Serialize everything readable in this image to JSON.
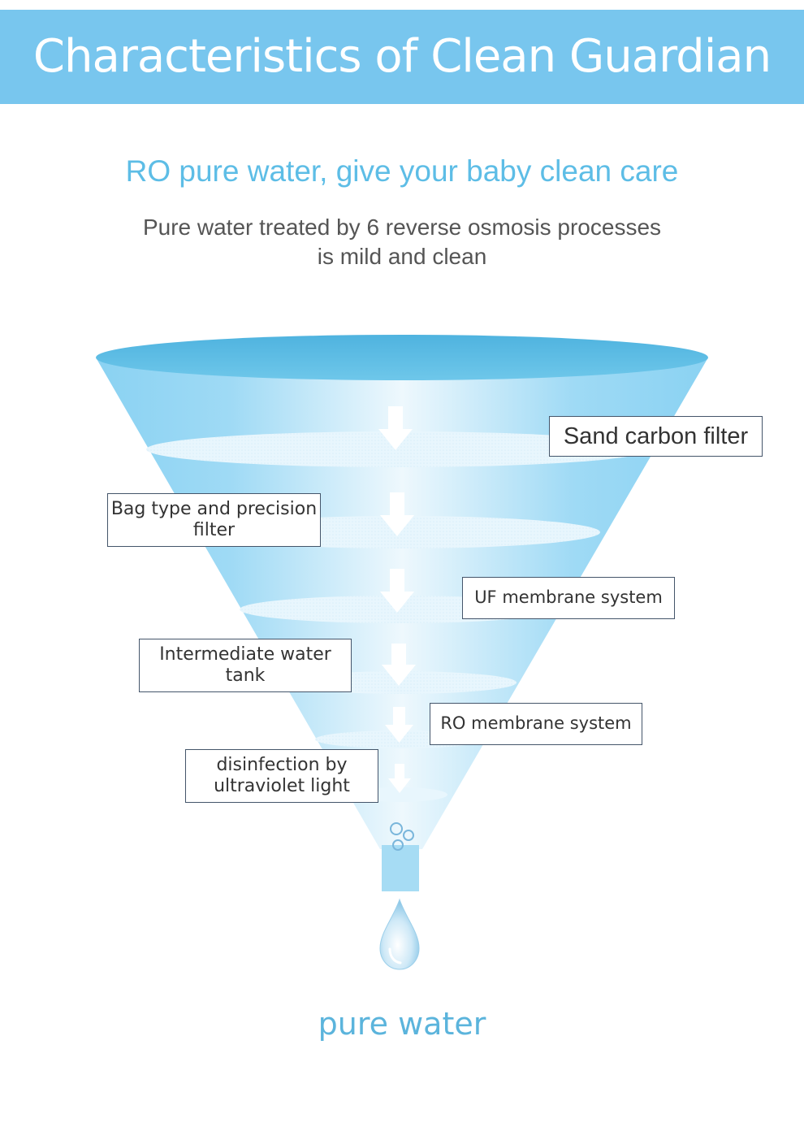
{
  "header": {
    "title": "Characteristics of Clean Guardian"
  },
  "intro": {
    "subtitle": "RO pure water, give your baby clean care",
    "description_line1": "Pure water treated by 6 reverse osmosis processes",
    "description_line2": "is mild and clean"
  },
  "stages": [
    {
      "label": "Sand carbon filter"
    },
    {
      "label": "Bag type and precision filter"
    },
    {
      "label": "UF membrane system"
    },
    {
      "label": "Intermediate water tank"
    },
    {
      "label": "RO membrane system"
    },
    {
      "label": "disinfection by ultraviolet light"
    }
  ],
  "output": {
    "label": "pure water"
  },
  "colors": {
    "banner": "#78c6ee",
    "accent_text": "#5dbde6",
    "funnel_light": "#a6dcf4",
    "funnel_dark": "#5bbde4"
  },
  "icons": {
    "flow_arrow": "down-arrow-icon",
    "drop": "water-drop-icon",
    "bubbles": "bubbles-icon"
  }
}
